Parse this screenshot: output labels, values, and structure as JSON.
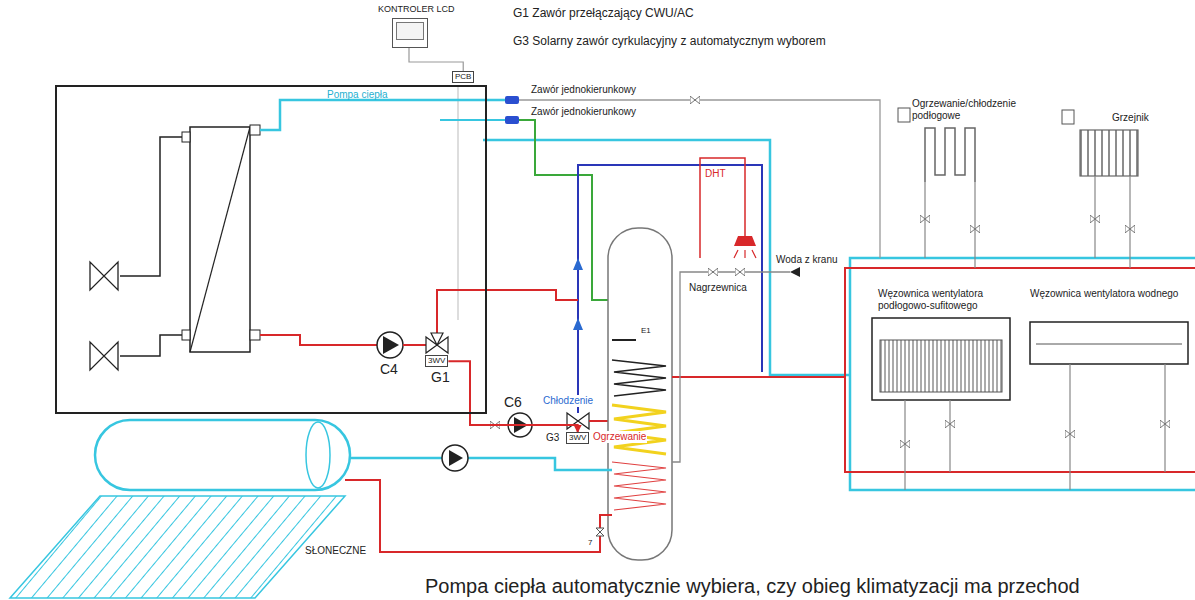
{
  "diagram": {
    "caption": "Pompa ciepła automatycznie wybiera, czy obieg klimatyzacji ma przechod",
    "nodes": [
      {
        "text": [
          "KONTROLER LCD"
        ]
      },
      {
        "text": [
          "Pompa ciepła"
        ]
      },
      {
        "text": [
          "PCB"
        ],
        "in": 1
      },
      {
        "text": [
          "3WV"
        ],
        "in": 1
      },
      {
        "text": [
          "3WV"
        ]
      },
      {
        "text": [
          "Ogrzewanie/chłodzenie podłogowe"
        ]
      },
      {
        "text": [
          "Grzejnik"
        ]
      },
      {
        "text": [
          "Węzownica wentylatora podłogowo-sufitowego"
        ]
      },
      {
        "text": [
          "Węzownica wentylatora wodnego"
        ]
      },
      {
        "text": [
          "SŁONECZNE"
        ]
      }
    ],
    "edges": [
      {
        "from": 0,
        "to": 2,
        "arrow": "none"
      },
      {
        "from": 3,
        "to": 4,
        "arrow": "to"
      }
    ],
    "labels": [
      "G1 Zawór przełączający CWU/AC",
      "G3 Solarny zawór cyrkulacyjny z automatycznym wyborem",
      "Zawór jednokierunkowy",
      "Zawór jednokierunkowy",
      "DHT",
      "Woda z kranu",
      "Nagrzewnica",
      "E1",
      "C4",
      "G1",
      "C6",
      "G3",
      "Chłodzenie",
      "Ogrzewanie",
      "7"
    ]
  }
}
